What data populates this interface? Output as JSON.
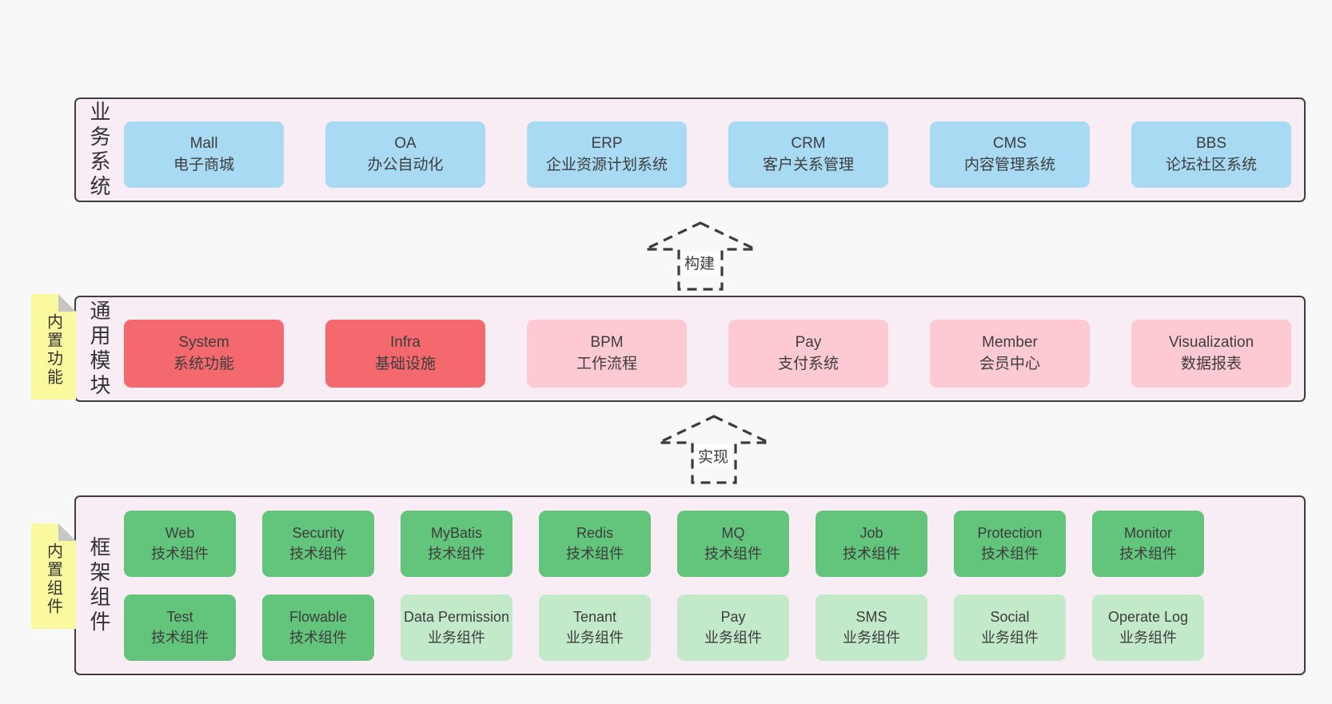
{
  "sections": {
    "business": {
      "label": "业务系统",
      "items": [
        {
          "name": "Mall",
          "desc": "电子商城",
          "type": "blue"
        },
        {
          "name": "OA",
          "desc": "办公自动化",
          "type": "blue"
        },
        {
          "name": "ERP",
          "desc": "企业资源计划系统",
          "type": "blue"
        },
        {
          "name": "CRM",
          "desc": "客户关系管理",
          "type": "blue"
        },
        {
          "name": "CMS",
          "desc": "内容管理系统",
          "type": "blue"
        },
        {
          "name": "BBS",
          "desc": "论坛社区系统",
          "type": "blue"
        }
      ]
    },
    "modules": {
      "label": "通用模块",
      "note": "内置功能",
      "items": [
        {
          "name": "System",
          "desc": "系统功能",
          "type": "red"
        },
        {
          "name": "Infra",
          "desc": "基础设施",
          "type": "red"
        },
        {
          "name": "BPM",
          "desc": "工作流程",
          "type": "pink"
        },
        {
          "name": "Pay",
          "desc": "支付系统",
          "type": "pink"
        },
        {
          "name": "Member",
          "desc": "会员中心",
          "type": "pink"
        },
        {
          "name": "Visualization",
          "desc": "数据报表",
          "type": "pink"
        }
      ]
    },
    "framework": {
      "label": "框架组件",
      "note": "内置组件",
      "row1": [
        {
          "name": "Web",
          "desc": "技术组件",
          "type": "green"
        },
        {
          "name": "Security",
          "desc": "技术组件",
          "type": "green"
        },
        {
          "name": "MyBatis",
          "desc": "技术组件",
          "type": "green"
        },
        {
          "name": "Redis",
          "desc": "技术组件",
          "type": "green"
        },
        {
          "name": "MQ",
          "desc": "技术组件",
          "type": "green"
        },
        {
          "name": "Job",
          "desc": "技术组件",
          "type": "green"
        },
        {
          "name": "Protection",
          "desc": "技术组件",
          "type": "green"
        },
        {
          "name": "Monitor",
          "desc": "技术组件",
          "type": "green"
        }
      ],
      "row2": [
        {
          "name": "Test",
          "desc": "技术组件",
          "type": "green"
        },
        {
          "name": "Flowable",
          "desc": "技术组件",
          "type": "green"
        },
        {
          "name": "Data Permission",
          "desc": "业务组件",
          "type": "lightgreen"
        },
        {
          "name": "Tenant",
          "desc": "业务组件",
          "type": "lightgreen"
        },
        {
          "name": "Pay",
          "desc": "业务组件",
          "type": "lightgreen"
        },
        {
          "name": "SMS",
          "desc": "业务组件",
          "type": "lightgreen"
        },
        {
          "name": "Social",
          "desc": "业务组件",
          "type": "lightgreen"
        },
        {
          "name": "Operate Log",
          "desc": "业务组件",
          "type": "lightgreen"
        }
      ]
    }
  },
  "arrows": [
    {
      "label": "构建"
    },
    {
      "label": "实现"
    }
  ],
  "colors": {
    "page_bg": "#f8f8f8",
    "panel_bg": "#f8edf5",
    "panel_border": "#3f3f3f",
    "blue": "#a9daf4",
    "red": "#f4696e",
    "pink": "#fdc9d3",
    "green": "#63c47c",
    "light_green": "#c3e9cb",
    "note_yellow": "#fbf9a0",
    "note_fold": "#c6c6c6",
    "text": "#3d3d3d"
  }
}
